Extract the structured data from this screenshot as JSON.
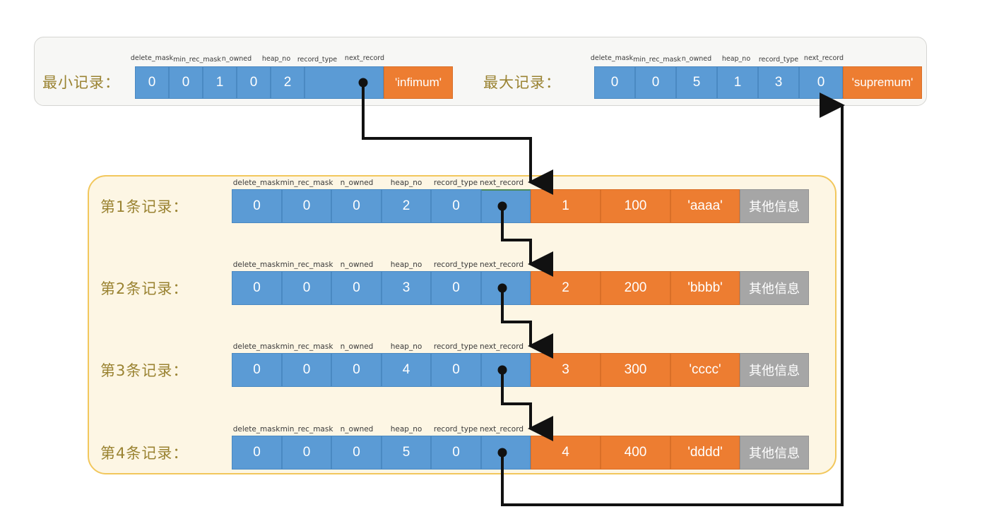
{
  "diagram": {
    "title_hidden": "",
    "colors": {
      "blue": "#5b9bd5",
      "orange": "#ed7d31",
      "gray": "#a6a6a6",
      "label_gold": "#9a8332",
      "panel_cream": "#fdf6e4",
      "panel_border_gold": "#f2c75c",
      "panel_top_bg": "#f7f7f5",
      "connector": "#111111"
    },
    "field_headers": [
      "delete_mask",
      "min_rec_mask",
      "n_owned",
      "heap_no",
      "record_type",
      "next_record"
    ],
    "top": {
      "min_record": {
        "label": "最小记录：",
        "header_fields": [
          "delete_mask",
          "min_rec_mask",
          "n_owned",
          "heap_no",
          "record_type",
          "next_record"
        ],
        "values": [
          "0",
          "0",
          "1",
          "0",
          "2",
          ""
        ],
        "tag": "'infimum'"
      },
      "max_record": {
        "label": "最大记录：",
        "header_fields": [
          "delete_mask",
          "min_rec_mask",
          "n_owned",
          "heap_no",
          "record_type",
          "next_record"
        ],
        "values": [
          "0",
          "0",
          "5",
          "1",
          "3",
          "0"
        ],
        "tag": "'supremum'"
      }
    },
    "records": [
      {
        "label": "第1条记录：",
        "header_fields": [
          "delete_mask",
          "min_rec_mask",
          "n_owned",
          "heap_no",
          "record_type",
          "next_record"
        ],
        "header_values": [
          "0",
          "0",
          "0",
          "2",
          "0",
          ""
        ],
        "data_values": [
          "1",
          "100",
          "'aaaa'"
        ],
        "other": "其他信息"
      },
      {
        "label": "第2条记录：",
        "header_fields": [
          "delete_mask",
          "min_rec_mask",
          "n_owned",
          "heap_no",
          "record_type",
          "next_record"
        ],
        "header_values": [
          "0",
          "0",
          "0",
          "3",
          "0",
          ""
        ],
        "data_values": [
          "2",
          "200",
          "'bbbb'"
        ],
        "other": "其他信息"
      },
      {
        "label": "第3条记录：",
        "header_fields": [
          "delete_mask",
          "min_rec_mask",
          "n_owned",
          "heap_no",
          "record_type",
          "next_record"
        ],
        "header_values": [
          "0",
          "0",
          "0",
          "4",
          "0",
          ""
        ],
        "data_values": [
          "3",
          "300",
          "'cccc'"
        ],
        "other": "其他信息"
      },
      {
        "label": "第4条记录：",
        "header_fields": [
          "delete_mask",
          "min_rec_mask",
          "n_owned",
          "heap_no",
          "record_type",
          "next_record"
        ],
        "header_values": [
          "0",
          "0",
          "0",
          "5",
          "0",
          ""
        ],
        "data_values": [
          "4",
          "400",
          "'dddd'"
        ],
        "other": "其他信息"
      }
    ],
    "links": [
      {
        "from": "infimum.next_record",
        "to": "record1"
      },
      {
        "from": "record1.next_record",
        "to": "record2"
      },
      {
        "from": "record2.next_record",
        "to": "record3"
      },
      {
        "from": "record3.next_record",
        "to": "record4"
      },
      {
        "from": "record4.next_record",
        "to": "supremum"
      }
    ]
  }
}
